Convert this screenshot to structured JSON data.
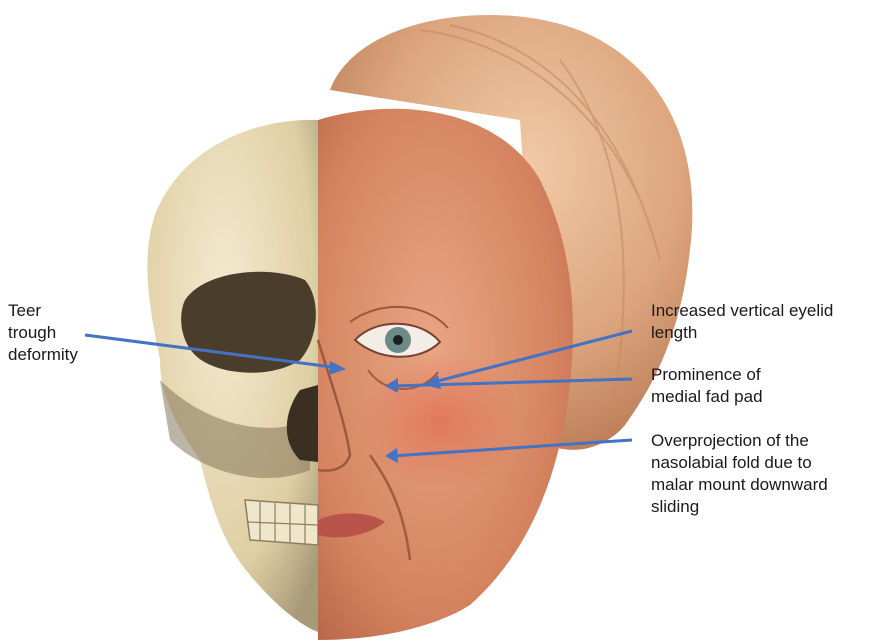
{
  "labels": {
    "teer": "Teer\ntrough\ndeformity",
    "eyelid": "Increased vertical eyelid\nlength",
    "fatpad": "Prominence of\nmedial fad pad",
    "fold": "Overprojection of the\nnasolabial fold due to\nmalar mount downward\nsliding"
  },
  "colors": {
    "arrow": "#4472c4",
    "hair": "#d9a27a",
    "bone": "#e9dcb6",
    "skin": "#d98e6a"
  }
}
